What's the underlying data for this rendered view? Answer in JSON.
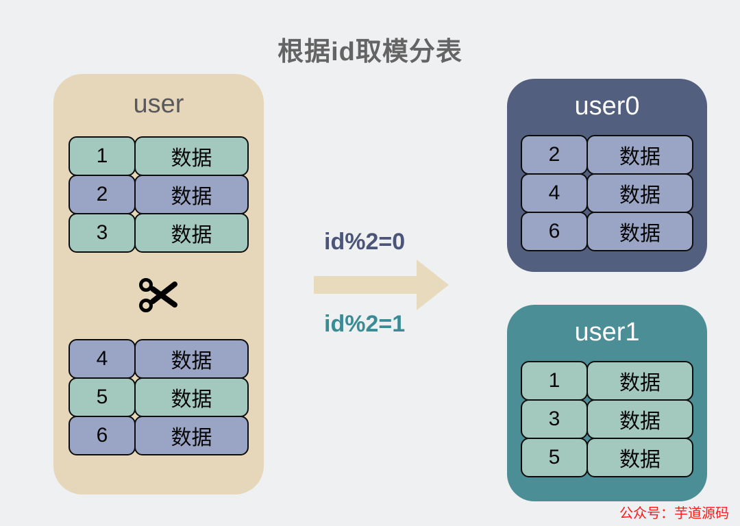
{
  "title": "根据id取模分表",
  "source_table": {
    "name": "user",
    "rows_top": [
      {
        "id": "1",
        "value": "数据",
        "variant": "teal"
      },
      {
        "id": "2",
        "value": "数据",
        "variant": "blue"
      },
      {
        "id": "3",
        "value": "数据",
        "variant": "teal"
      }
    ],
    "rows_bottom": [
      {
        "id": "4",
        "value": "数据",
        "variant": "blue"
      },
      {
        "id": "5",
        "value": "数据",
        "variant": "teal"
      },
      {
        "id": "6",
        "value": "数据",
        "variant": "blue"
      }
    ]
  },
  "arrow_labels": {
    "even": "id%2=0",
    "odd": "id%2=1"
  },
  "shards": [
    {
      "name": "user0",
      "variant": "blue",
      "rows": [
        {
          "id": "2",
          "value": "数据"
        },
        {
          "id": "4",
          "value": "数据"
        },
        {
          "id": "6",
          "value": "数据"
        }
      ]
    },
    {
      "name": "user1",
      "variant": "teal",
      "rows": [
        {
          "id": "1",
          "value": "数据"
        },
        {
          "id": "3",
          "value": "数据"
        },
        {
          "id": "5",
          "value": "数据"
        }
      ]
    }
  ],
  "watermark": "公众号：芋道源码",
  "icons": {
    "scissors": "✂",
    "arrow": "→"
  },
  "colors": {
    "bg": "#eef0f2",
    "title-gray": "#646464",
    "panel-tan": "#e6d7bb",
    "table-name-gray": "#59595b",
    "cell-teal": "#a3c8bd",
    "cell-blue": "#9aa4c4",
    "cell-border": "#0c0c0c",
    "shard0-bg": "#535f7e",
    "shard1-bg": "#4b8e96",
    "shard-title": "#ffffff",
    "arrow-fill": "#e8dabd",
    "label-even": "#4a5579",
    "label-odd": "#3a8b94",
    "watermark-red": "#fb1b1b"
  }
}
